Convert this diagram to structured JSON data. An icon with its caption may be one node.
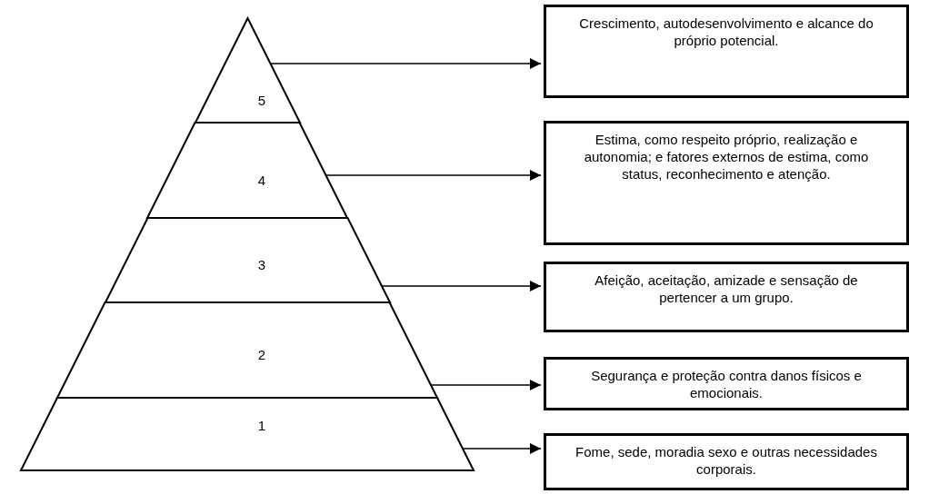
{
  "diagram": {
    "nodes": [
      {
        "text": [
          "5"
        ]
      },
      {
        "text": [
          "4"
        ]
      },
      {
        "text": [
          "3"
        ]
      },
      {
        "text": [
          "2"
        ]
      },
      {
        "text": [
          "1"
        ]
      },
      {
        "text": [
          "Crescimento, autodesenvolvimento e alcance do próprio potencial."
        ]
      },
      {
        "text": [
          "Estima, como respeito próprio, realização e autonomia; e fatores externos de estima, como status, reconhecimento e atenção."
        ]
      },
      {
        "text": [
          "Afeição, aceitação, amizade e sensação de pertencer a um grupo."
        ]
      },
      {
        "text": [
          "Segurança e proteção contra danos físicos e emocionais."
        ]
      },
      {
        "text": [
          "Fome, sede, moradia sexo e outras necessidades corporais."
        ]
      }
    ],
    "edges": [
      {
        "from": 0,
        "to": 5,
        "arrow": "to"
      },
      {
        "from": 1,
        "to": 6,
        "arrow": "to"
      },
      {
        "from": 2,
        "to": 7,
        "arrow": "to"
      },
      {
        "from": 3,
        "to": 8,
        "arrow": "to"
      },
      {
        "from": 4,
        "to": 9,
        "arrow": "to"
      }
    ]
  }
}
